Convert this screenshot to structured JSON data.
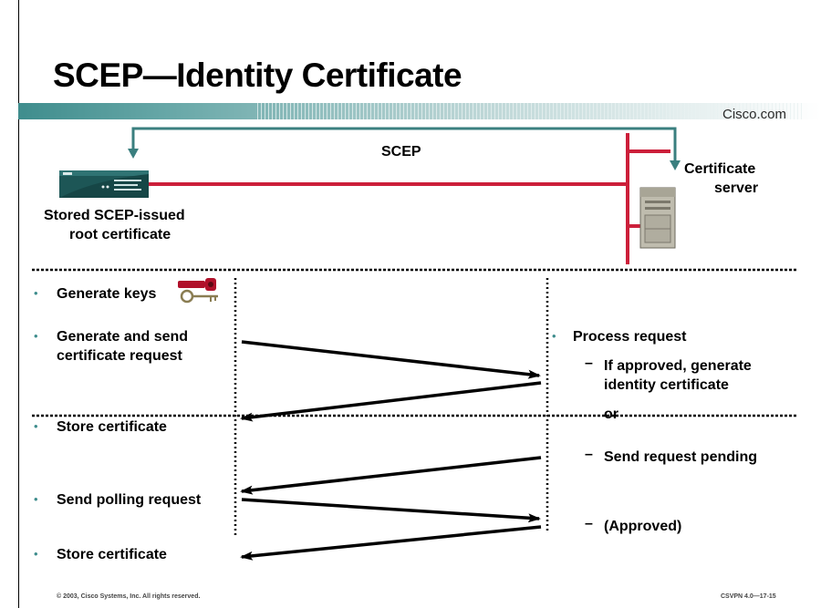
{
  "slide": {
    "title": "SCEP—Identity Certificate",
    "brand": "Cisco.com"
  },
  "top": {
    "scep_label": "SCEP",
    "router_label": [
      "Stored SCEP-issued",
      "root certificate"
    ],
    "server_label": [
      "Certificate",
      "server"
    ]
  },
  "left_steps": {
    "bullet": "•",
    "generate_keys": "Generate keys",
    "gen_send": [
      "Generate and send",
      "certificate request"
    ],
    "store1": "Store certificate",
    "polling": "Send polling request",
    "store2": "Store certificate"
  },
  "right_steps": {
    "bullet": "•",
    "dash": "–",
    "process": "Process request",
    "approved_generate": [
      "If approved, generate",
      "identity certificate"
    ],
    "or": "or",
    "pending": "Send request pending",
    "approved": "(Approved)"
  },
  "footer": {
    "copyright": "© 2003, Cisco Systems, Inc. All rights reserved.",
    "slide_id": "CSVPN 4.0—17-15"
  },
  "colors": {
    "accent": "#3f8d8d",
    "link_red": "#cc1f3a",
    "scep_line": "#3a7f7f"
  },
  "icons": {
    "router": "router-device-icon",
    "server": "certificate-server-icon",
    "keys": "keys-icon"
  }
}
